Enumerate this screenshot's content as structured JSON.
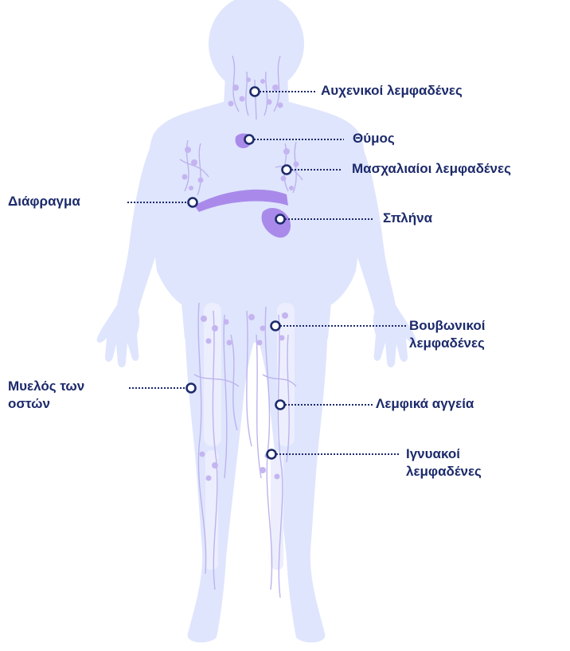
{
  "colors": {
    "body": "#dfe5fd",
    "organ": "#a98aea",
    "organ_light": "#c3acf3",
    "node": "#c4b5f1",
    "vessel": "#bdb3ee",
    "bone": "#eceefd",
    "marker": "#1c2a6b",
    "label": "#1c2a6b"
  },
  "labels": {
    "cervical": "Αυχενικοί λεμφαδένες",
    "thymus": "Θύμος",
    "axillary": "Μασχαλιαίοι λεμφαδένες",
    "diaphragm": "Διάφραγμα",
    "spleen": "Σπλήνα",
    "inguinal_1": "Βουβωνικοί",
    "inguinal_2": "λεμφαδένες",
    "marrow_1": "Μυελός των",
    "marrow_2": "οστών",
    "vessels": "Λεμφικά αγγεία",
    "popliteal_1": "Ιγνυακοί",
    "popliteal_2": "λεμφαδένες"
  }
}
